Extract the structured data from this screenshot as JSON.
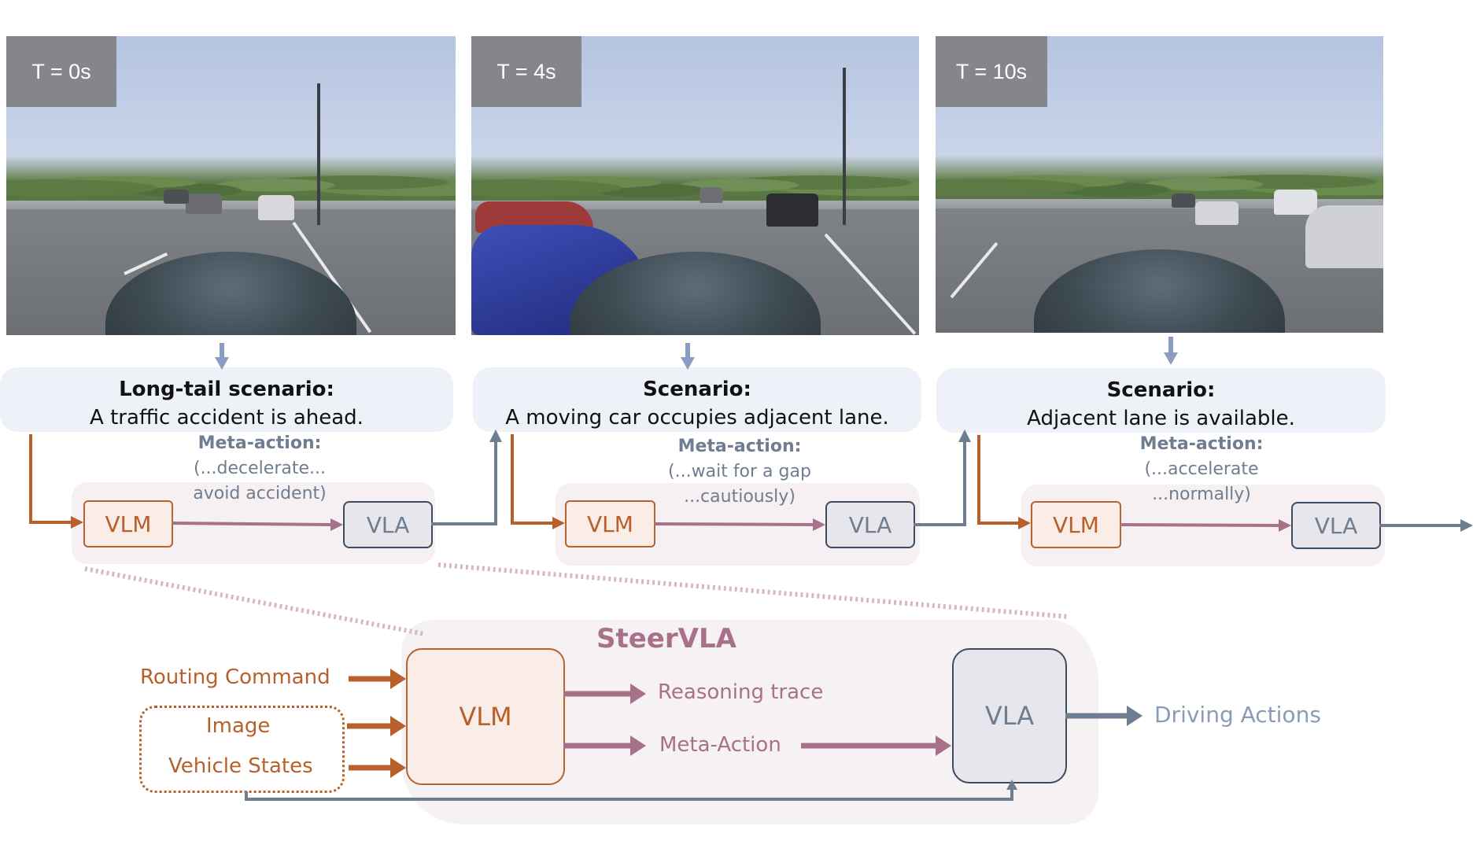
{
  "frames": [
    {
      "time_label": "T = 0s",
      "scene_desc": "Highway driving view, cars ahead, traffic accident"
    },
    {
      "time_label": "T = 4s",
      "scene_desc": "Highway driving view, blue car in adjacent lane"
    },
    {
      "time_label": "T = 10s",
      "scene_desc": "Highway driving view, adjacent lane available"
    }
  ],
  "scenarios": [
    {
      "title": "Long-tail scenario:",
      "text": "A traffic accident is ahead."
    },
    {
      "title": "Scenario:",
      "text": "A moving car occupies adjacent lane."
    },
    {
      "title": "Scenario:",
      "text": "Adjacent lane is available."
    }
  ],
  "meta_actions": [
    {
      "title": "Meta-action:",
      "line1": "(...decelerate...",
      "line2": "avoid accident)"
    },
    {
      "title": "Meta-action:",
      "line1": "(...wait for a gap",
      "line2": "...cautiously)"
    },
    {
      "title": "Meta-action:",
      "line1": "(...accelerate",
      "line2": "...normally)"
    }
  ],
  "pipeline": {
    "vlm_label": "VLM",
    "vla_label": "VLA"
  },
  "steervla": {
    "title": "SteerVLA",
    "inputs": {
      "routing": "Routing Command",
      "image": "Image",
      "vehicle_states": "Vehicle States"
    },
    "vlm_label": "VLM",
    "vla_label": "VLA",
    "outputs": {
      "reasoning": "Reasoning trace",
      "meta_action": "Meta-Action"
    },
    "final_output": "Driving Actions"
  },
  "colors": {
    "orange": "#b8602b",
    "pink": "#a9708a",
    "slate": "#6f7d90",
    "arrow_blue": "#8a9cc4",
    "scenario_bg": "#eef2f8",
    "band_bg": "#f6f0f2"
  }
}
